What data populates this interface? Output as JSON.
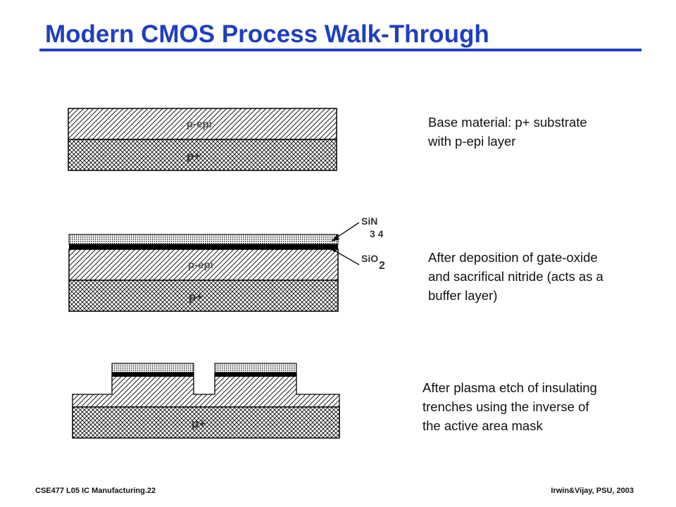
{
  "slide": {
    "title": "Modern CMOS Process Walk-Through",
    "title_color": "#1f3fbf"
  },
  "diagram1": {
    "layer_top_label": "p-epi",
    "layer_bottom_label": "p+",
    "caption_lines": [
      "Base material: p+ substrate",
      "with p-epi layer"
    ]
  },
  "diagram2": {
    "layer_top_label": "p-epi",
    "layer_bottom_label": "p+",
    "nitride_label": "SiN",
    "nitride_subscript": "3 4",
    "oxide_label": "SiO",
    "oxide_subscript": "2",
    "caption_lines": [
      "After deposition of gate-oxide",
      "and sacrifical nitride (acts as a",
      "buffer layer)"
    ]
  },
  "diagram3": {
    "layer_bottom_label": "p+",
    "caption_lines": [
      "After plasma etch of insulating",
      "trenches using the inverse of",
      "the active area mask"
    ]
  },
  "footer": {
    "left": "CSE477   L05 IC Manufacturing.22",
    "right": "Irwin&Vijay, PSU, 2003"
  }
}
